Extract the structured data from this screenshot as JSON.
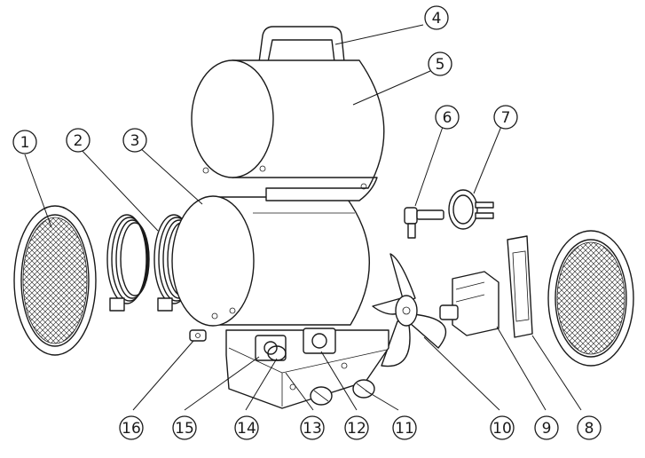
{
  "diagram": {
    "type": "exploded-parts-diagram",
    "callouts": [
      {
        "id": "1",
        "label": "1"
      },
      {
        "id": "2",
        "label": "2"
      },
      {
        "id": "3",
        "label": "3"
      },
      {
        "id": "4",
        "label": "4"
      },
      {
        "id": "5",
        "label": "5"
      },
      {
        "id": "6",
        "label": "6"
      },
      {
        "id": "7",
        "label": "7"
      },
      {
        "id": "8",
        "label": "8"
      },
      {
        "id": "9",
        "label": "9"
      },
      {
        "id": "10",
        "label": "10"
      },
      {
        "id": "11",
        "label": "11"
      },
      {
        "id": "12",
        "label": "12"
      },
      {
        "id": "13",
        "label": "13"
      },
      {
        "id": "14",
        "label": "14"
      },
      {
        "id": "15",
        "label": "15"
      },
      {
        "id": "16",
        "label": "16"
      }
    ]
  }
}
